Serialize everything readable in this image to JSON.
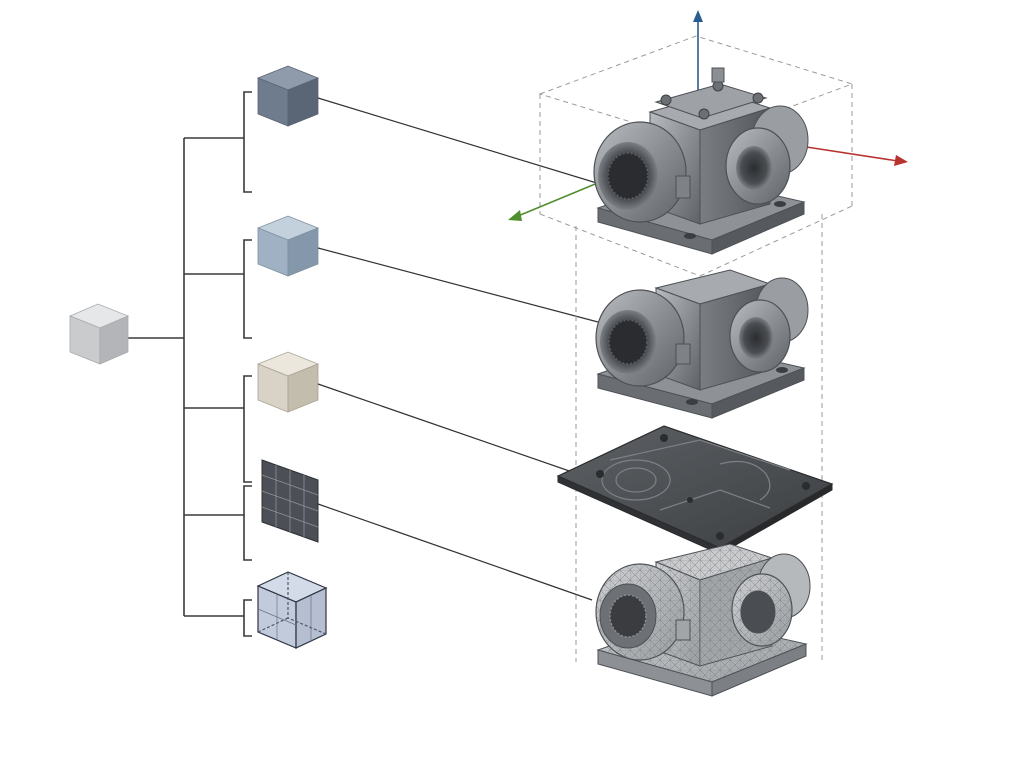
{
  "colors": {
    "background": "#ffffff",
    "tree_line": "#3a3a3a",
    "leader_line": "#333333",
    "guide_dash": "#9a9a9a",
    "axis_up": "#2a5d8f",
    "axis_right": "#b8322f",
    "axis_left": "#4f8f2f",
    "metal": "#8b8f94",
    "metal_dark": "#5f6368",
    "metal_light": "#b3b7bb",
    "plate": "#4a4d50"
  },
  "tree": {
    "root": {
      "icon": "solid-cube-icon",
      "color": "#c9cbcd"
    },
    "children": [
      {
        "icon": "slate-cube-icon",
        "color": "#6f7c8e",
        "target": "assembled-body"
      },
      {
        "icon": "blue-grey-cube-icon",
        "color": "#9fb1c2",
        "target": "solid-body"
      },
      {
        "icon": "beige-cube-icon",
        "color": "#d8d3c6",
        "target": "surface-plate"
      },
      {
        "icon": "grid-panel-icon",
        "color": "#4c5056",
        "target": "mesh-body"
      },
      {
        "icon": "wireframe-cube-icon",
        "color": "#9aa9c4",
        "target": "mesh-body"
      }
    ]
  },
  "parts": [
    {
      "id": "assembled-body",
      "icon": "valve-body-assembled-icon"
    },
    {
      "id": "solid-body",
      "icon": "valve-body-solid-icon"
    },
    {
      "id": "surface-plate",
      "icon": "surface-plate-icon"
    },
    {
      "id": "mesh-body",
      "icon": "valve-body-mesh-icon"
    }
  ]
}
